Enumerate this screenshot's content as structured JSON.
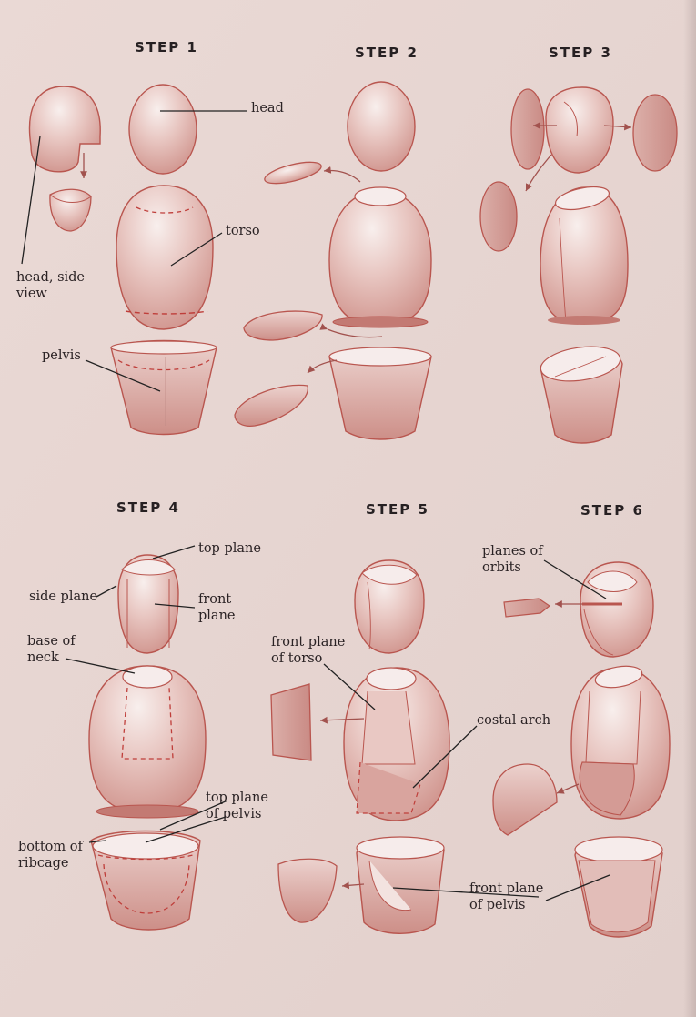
{
  "steps": {
    "s1": "STEP 1",
    "s2": "STEP 2",
    "s3": "STEP 3",
    "s4": "STEP 4",
    "s5": "STEP 5",
    "s6": "STEP 6"
  },
  "labels": {
    "head": "head",
    "torso": "torso",
    "head_side_view": [
      "head, side",
      "view"
    ],
    "pelvis": "pelvis",
    "top_plane": "top plane",
    "side_plane": "side plane",
    "front_plane": [
      "front",
      "plane"
    ],
    "base_of_neck": [
      "base of",
      "neck"
    ],
    "top_plane_of_pelvis": [
      "top plane",
      "of pelvis"
    ],
    "bottom_of_ribcage": [
      "bottom of",
      "ribcage"
    ],
    "front_plane_of_torso": [
      "front plane",
      "of torso"
    ],
    "costal_arch": "costal arch",
    "planes_of_orbits": [
      "planes of",
      "orbits"
    ],
    "front_plane_of_pelvis": [
      "front plane",
      "of pelvis"
    ]
  },
  "colors": {
    "paper": "#e7d6d2",
    "form_light": "#f6ecea",
    "form_shade": "#d59f99",
    "outline": "#b9564f",
    "dashed": "#bf3e3a",
    "leader": "#222222"
  }
}
